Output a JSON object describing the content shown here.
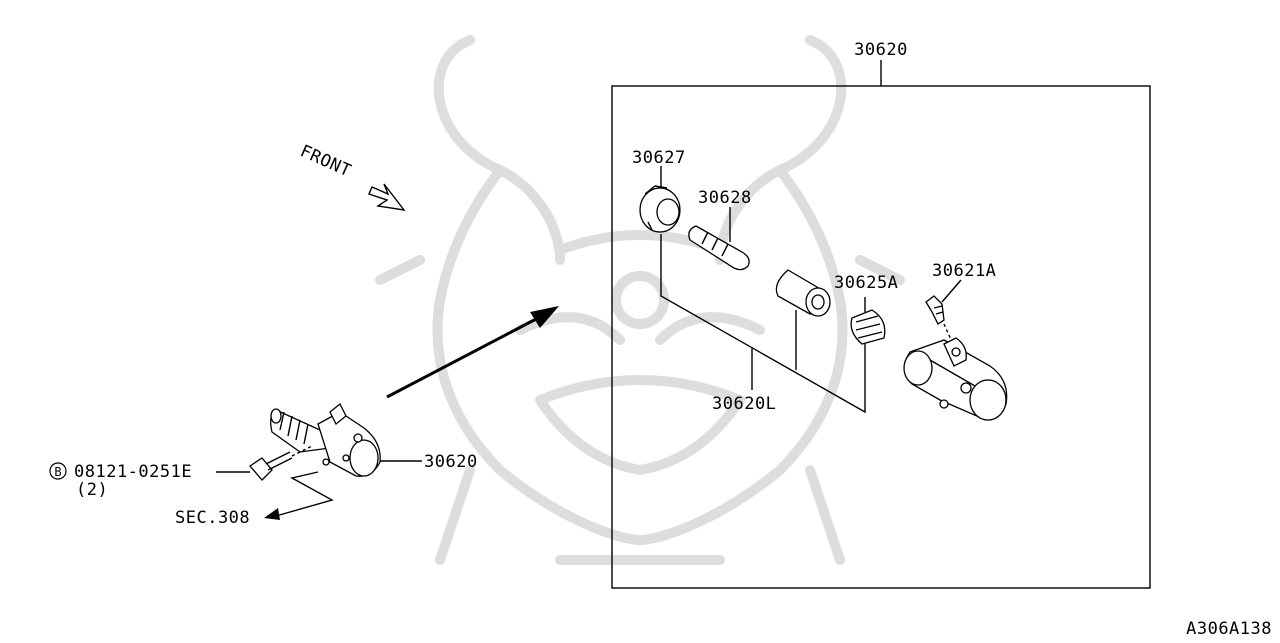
{
  "assembly_label": "30620",
  "parts": {
    "boot": "30627",
    "push_rod": "30628",
    "piston": "30625A",
    "bleeder": "30621A",
    "repair_kit": "30620L",
    "cylinder": "30620"
  },
  "bolt": {
    "circle_letter": "B",
    "number": "08121-0251E",
    "qty": "(2)"
  },
  "section_ref": "SEC.308",
  "front_label": "FRONT",
  "figure_id": "A306A138"
}
